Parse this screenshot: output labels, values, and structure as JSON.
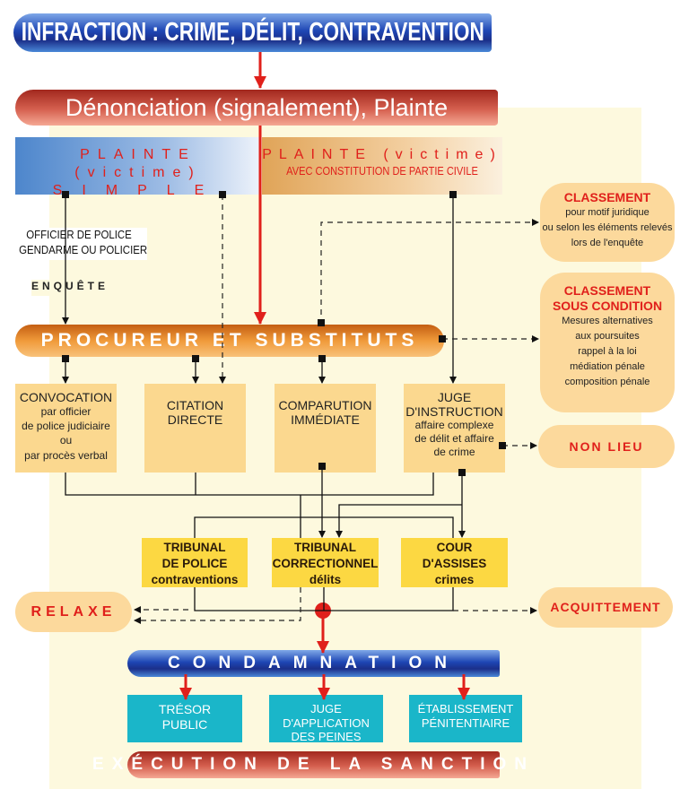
{
  "title": "INFRACTION : CRIME, DÉLIT, CONTRAVENTION",
  "denonciation": "Dénonciation (signalement), Plainte",
  "plainte_simple": {
    "line1": "PLAINTE (victime)",
    "line2": "SIMPLE"
  },
  "plainte_civile": {
    "line1": "PLAINTE (victime)",
    "line2": "AVEC CONSTITUTION DE PARTIE CIVILE"
  },
  "officier": {
    "line1": "OFFICIER DE POLICE",
    "line2": "GENDARME OU POLICIER"
  },
  "enquete": "ENQUÊTE",
  "procureur": "PROCUREUR ET SUBSTITUTS",
  "classement": {
    "title": "CLASSEMENT",
    "lines": [
      "pour motif juridique",
      "ou selon les éléments relevés",
      "lors de l'enquête"
    ]
  },
  "classement_condition": {
    "title1": "CLASSEMENT",
    "title2": "SOUS CONDITION",
    "lines": [
      "Mesures alternatives",
      "aux poursuites",
      "rappel à la loi",
      "médiation pénale",
      "composition pénale"
    ]
  },
  "non_lieu": "NON LIEU",
  "convocation": {
    "title": "CONVOCATION",
    "lines": [
      "par officier",
      "de police judiciaire ou",
      "par procès verbal"
    ]
  },
  "citation": {
    "line1": "CITATION",
    "line2": "DIRECTE"
  },
  "comparution": {
    "line1": "COMPARUTION",
    "line2": "IMMÉDIATE"
  },
  "juge_instruction": {
    "line1": "JUGE",
    "line2": "D'INSTRUCTION",
    "lines": [
      "affaire complexe",
      "de délit et affaire",
      "de crime"
    ]
  },
  "tribunal_police": {
    "line1": "TRIBUNAL",
    "line2": "DE POLICE",
    "line3": "contraventions"
  },
  "tribunal_correctionnel": {
    "line1": "TRIBUNAL",
    "line2": "CORRECTIONNEL",
    "line3": "délits"
  },
  "cour_assises": {
    "line1": "COUR",
    "line2": "D'ASSISES",
    "line3": "crimes"
  },
  "relaxe": "RELAXE",
  "acquittement": "ACQUITTEMENT",
  "condamnation": "CONDAMNATION",
  "tresor": {
    "line1": "TRÉSOR",
    "line2": "PUBLIC"
  },
  "jap": {
    "line1": "JUGE D'APPLICATION",
    "line2": "DES PEINES"
  },
  "etablissement": {
    "line1": "ÉTABLISSEMENT",
    "line2": "PÉNITENTIAIRE"
  },
  "execution": "EXÉCUTION DE LA SANCTION",
  "colors": {
    "accent_red": "#e0201b",
    "banner_blue": "#1e46b4",
    "orange": "#f09a3a",
    "teal": "#1ab6c9",
    "tribunal_yellow": "#fcd842",
    "box_tan": "#fbd88f"
  }
}
